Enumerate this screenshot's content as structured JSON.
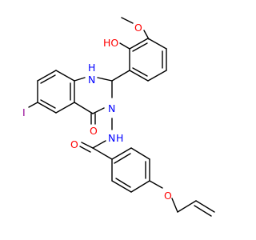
{
  "colors": {
    "bond": "#000000",
    "oxygen": "#ff0000",
    "nitrogen": "#0000ff",
    "iodine": "#940094",
    "carbon": "#000000",
    "background": "#ffffff"
  },
  "atoms": {
    "hydroxyl_oxygen": "HO",
    "methoxy_oxygen": "O",
    "ring_nh": "H",
    "ring_nh_n": "N",
    "ring_n3": "N",
    "iodine": "I",
    "ketone_oxygen": "O",
    "amide_nh_n": "N",
    "amide_nh_h": "H",
    "amide_oxygen": "O",
    "ether_oxygen": "O"
  }
}
